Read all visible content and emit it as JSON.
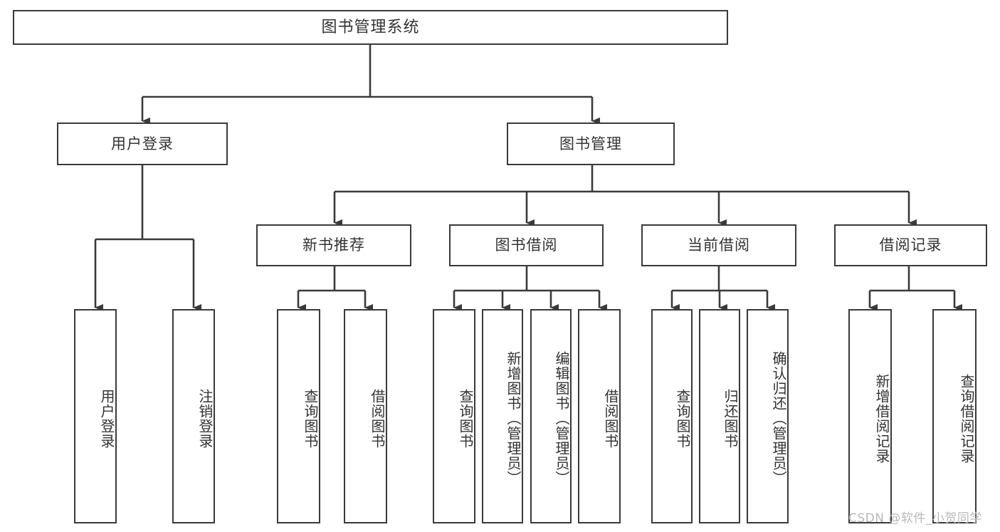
{
  "diagram": {
    "type": "tree-hierarchy",
    "title": "图书管理系统",
    "root": {
      "label": "图书管理系统"
    },
    "level1": [
      {
        "label": "用户登录"
      },
      {
        "label": "图书管理"
      }
    ],
    "level2": [
      {
        "label": "新书推荐"
      },
      {
        "label": "图书借阅"
      },
      {
        "label": "当前借阅"
      },
      {
        "label": "借阅记录"
      }
    ],
    "leaves": {
      "user_login": [
        {
          "label": "用户登录"
        },
        {
          "label": "注销登录"
        }
      ],
      "new_book_recommend": [
        {
          "label": "查询图书"
        },
        {
          "label": "借阅图书"
        }
      ],
      "book_borrow": [
        {
          "label": "查询图书"
        },
        {
          "label": "新增图书（管理员）"
        },
        {
          "label": "编辑图书（管理员）"
        },
        {
          "label": "借阅图书"
        }
      ],
      "current_borrow": [
        {
          "label": "查询图书"
        },
        {
          "label": "归还图书"
        },
        {
          "label": "确认归还（管理员）"
        }
      ],
      "borrow_record": [
        {
          "label": "新增借阅记录"
        },
        {
          "label": "查询借阅记录"
        }
      ]
    }
  },
  "watermark": {
    "text": "CSDN @软件_小贺同学"
  },
  "colors": {
    "border": "#3a3a3a",
    "text": "#333333",
    "background": "#ffffff",
    "watermark": "#b9b9b9"
  }
}
